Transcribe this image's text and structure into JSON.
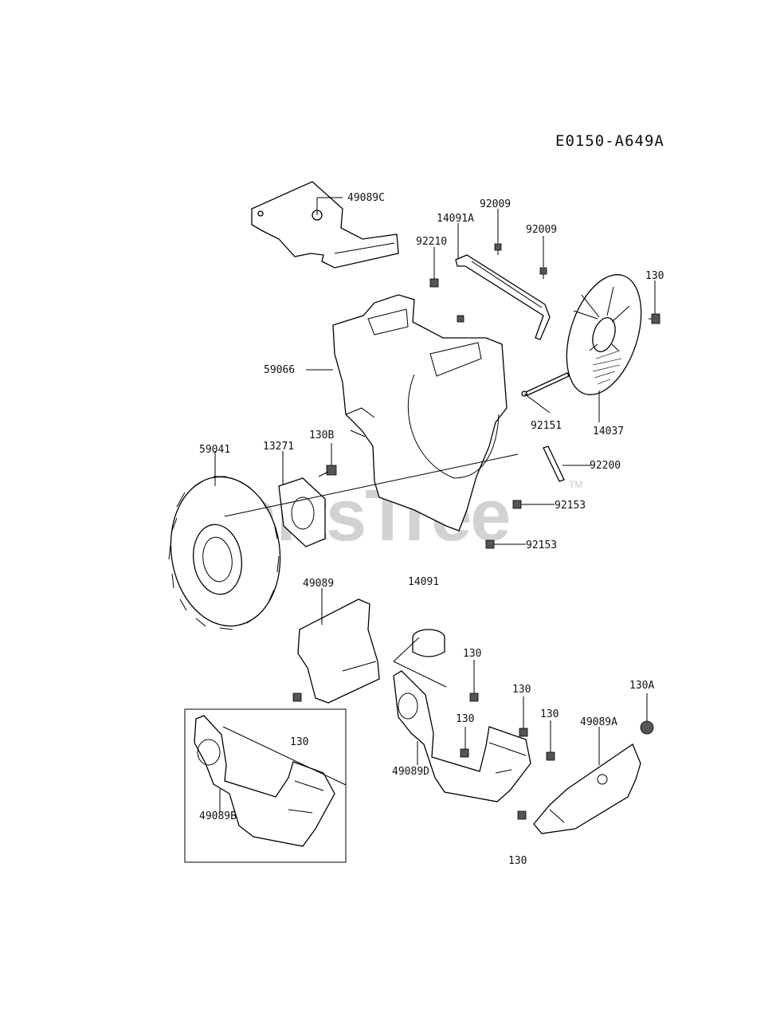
{
  "diagram": {
    "code": "E0150-A649A",
    "watermark": "PartsTree",
    "watermark_mark": "TM",
    "labels": {
      "p49089C": "49089C",
      "p92009a": "92009",
      "p14091A": "14091A",
      "p92009b": "92009",
      "p92210": "92210",
      "p130_top": "130",
      "p59066": "59066",
      "p92151": "92151",
      "p14037": "14037",
      "p59041": "59041",
      "p13271": "13271",
      "p130B": "130B",
      "p92200": "92200",
      "p92153a": "92153",
      "p92153b": "92153",
      "p49089": "49089",
      "p14091": "14091",
      "p130_mid": "130",
      "p130_a": "130",
      "p130_b": "130",
      "p130_c": "130",
      "p130A": "130A",
      "p49089A": "49089A",
      "p130_box": "130",
      "p49089D": "49089D",
      "p49089B": "49089B",
      "p130_bottom": "130"
    }
  }
}
